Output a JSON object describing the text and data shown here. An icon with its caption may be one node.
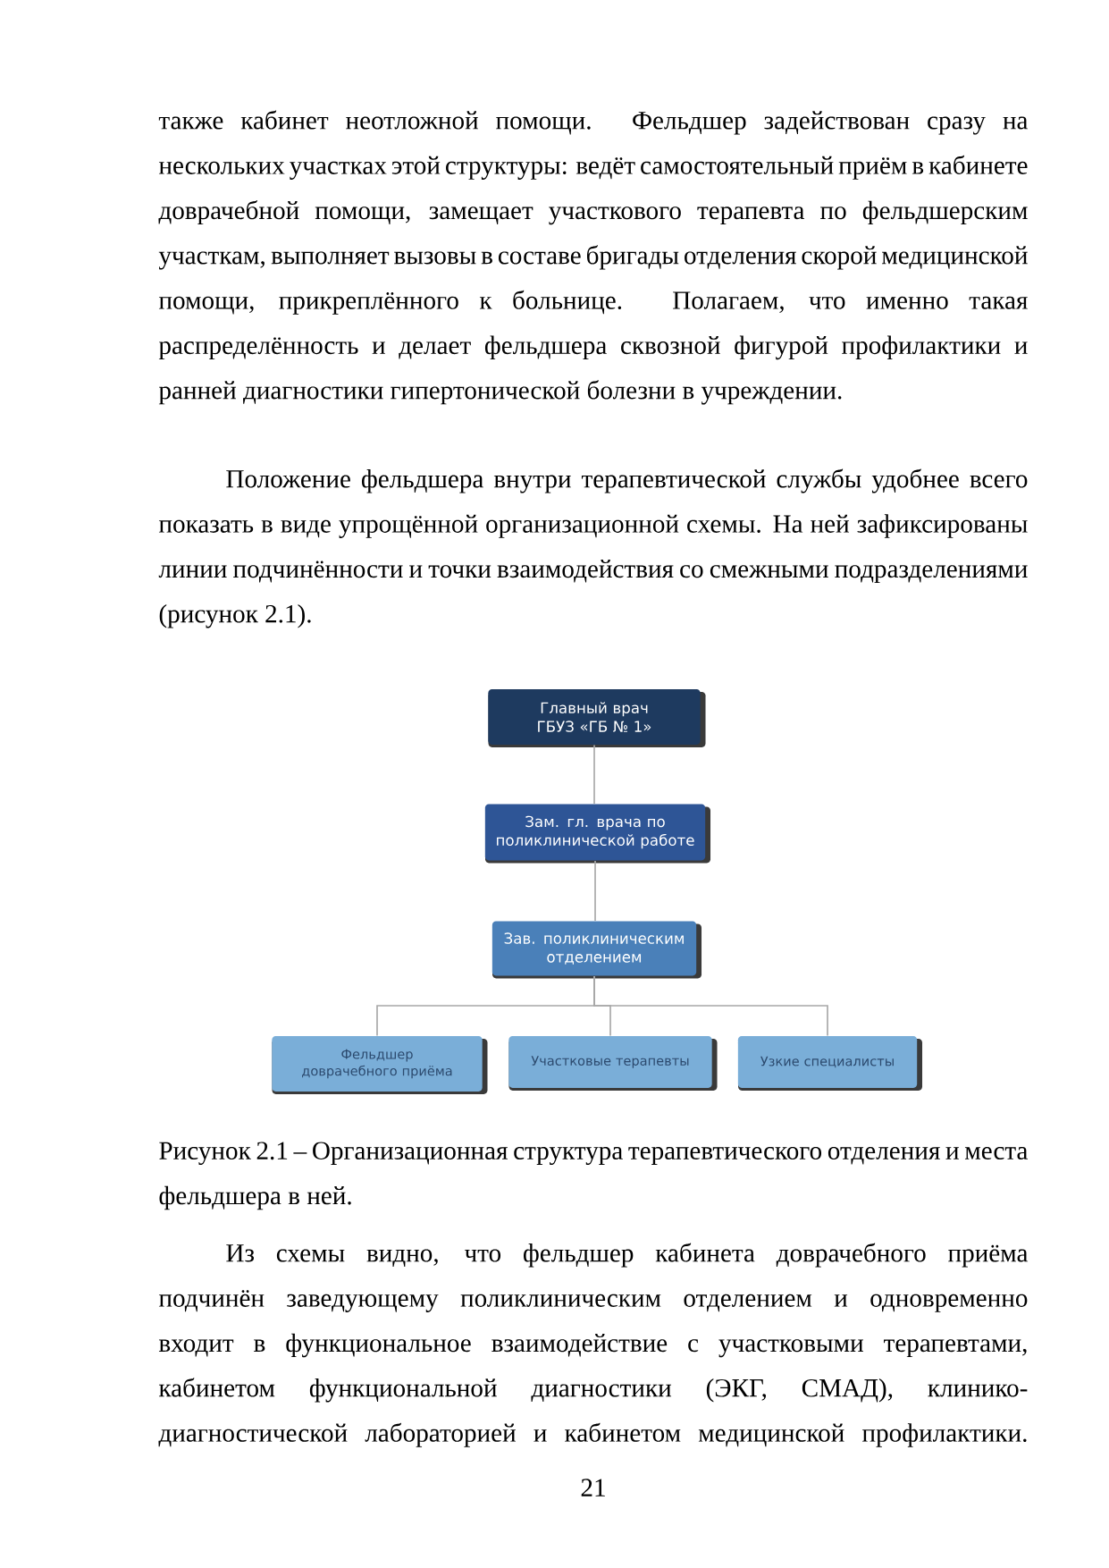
{
  "diagram": {
    "caption": "Рисунок 2.1 – Организационная структура терапевтического отделения и места фельдшера в ней.",
    "nodes": [
      {
        "text": [
          "Главный врач ГБУЗ «ГБ № 1»"
        ]
      },
      {
        "text": [
          "Зам. гл. врача по поликлинической работе"
        ]
      },
      {
        "text": [
          "Зав. поликлиническим отделением"
        ]
      },
      {
        "text": [
          "Фельдшер доврачебного приёма"
        ]
      },
      {
        "text": [
          "Участковые терапевты"
        ]
      },
      {
        "text": [
          "Узкие специалисты"
        ]
      }
    ],
    "edges": [
      {
        "from": 0,
        "to": 1,
        "arrow": "none"
      },
      {
        "from": 1,
        "to": 2,
        "arrow": "none"
      },
      {
        "from": 2,
        "to": 3,
        "arrow": "none"
      },
      {
        "from": 2,
        "to": 4,
        "arrow": "none"
      },
      {
        "from": 2,
        "to": 5,
        "arrow": "none"
      }
    ],
    "labels": [
      "также кабинет неотложной помощи. Фельдшер задействован сразу на нескольких участках этой структуры: ведёт самостоятельный приём в кабинете доврачебной помощи, замещает участкового терапевта по фельдшерским участкам, выполняет вызовы в составе бригады отделения скорой медицинской помощи, прикреплённого к больнице. Полагаем, что именно такая распределённость и делает фельдшера сквозной фигурой профилактики и ранней диагностики гипертонической болезни в учреждении.",
      "Положение фельдшера внутри терапевтической службы удобнее всего показать в виде упрощённой организационной схемы. На ней зафиксированы линии подчинённости и точки взаимодействия со смежными подразделениями (рисунок 2.1).",
      "Из схемы видно, что фельдшер кабинета доврачебного приёма подчинён заведующему поликлиническим отделением и одновременно входит в функциональное взаимодействие с участковыми терапевтами, кабинетом функциональной диагностики (ЭКГ, СМАД), клинико-диагностической лабораторией и кабинетом медицинской профилактики.",
      "21"
    ]
  }
}
